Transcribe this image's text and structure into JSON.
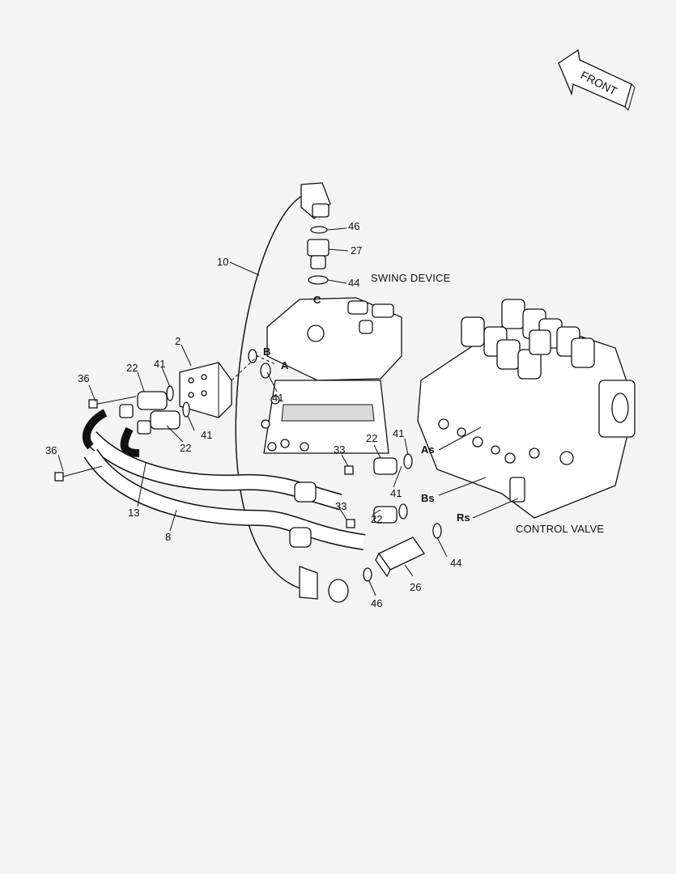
{
  "labels": {
    "front": "FRONT",
    "swing_device": "SWING DEVICE",
    "control_valve": "CONTROL VALVE"
  },
  "ports": {
    "a": "A",
    "b": "B",
    "c": "C",
    "as": "As",
    "bs": "Bs",
    "rs": "Rs"
  },
  "callouts": {
    "c46_top": "46",
    "c27": "27",
    "c44_top": "44",
    "c10": "10",
    "c2": "2",
    "c41_a": "41",
    "c41_b": "41",
    "c41_c": "41",
    "c41_d": "41",
    "c41_e": "41",
    "c36_a": "36",
    "c36_b": "36",
    "c22_a": "22",
    "c22_b": "22",
    "c22_c": "22",
    "c22_d": "22",
    "c33_a": "33",
    "c33_b": "33",
    "c13": "13",
    "c8": "8",
    "c44_bot": "44",
    "c26": "26",
    "c46_bot": "46"
  }
}
